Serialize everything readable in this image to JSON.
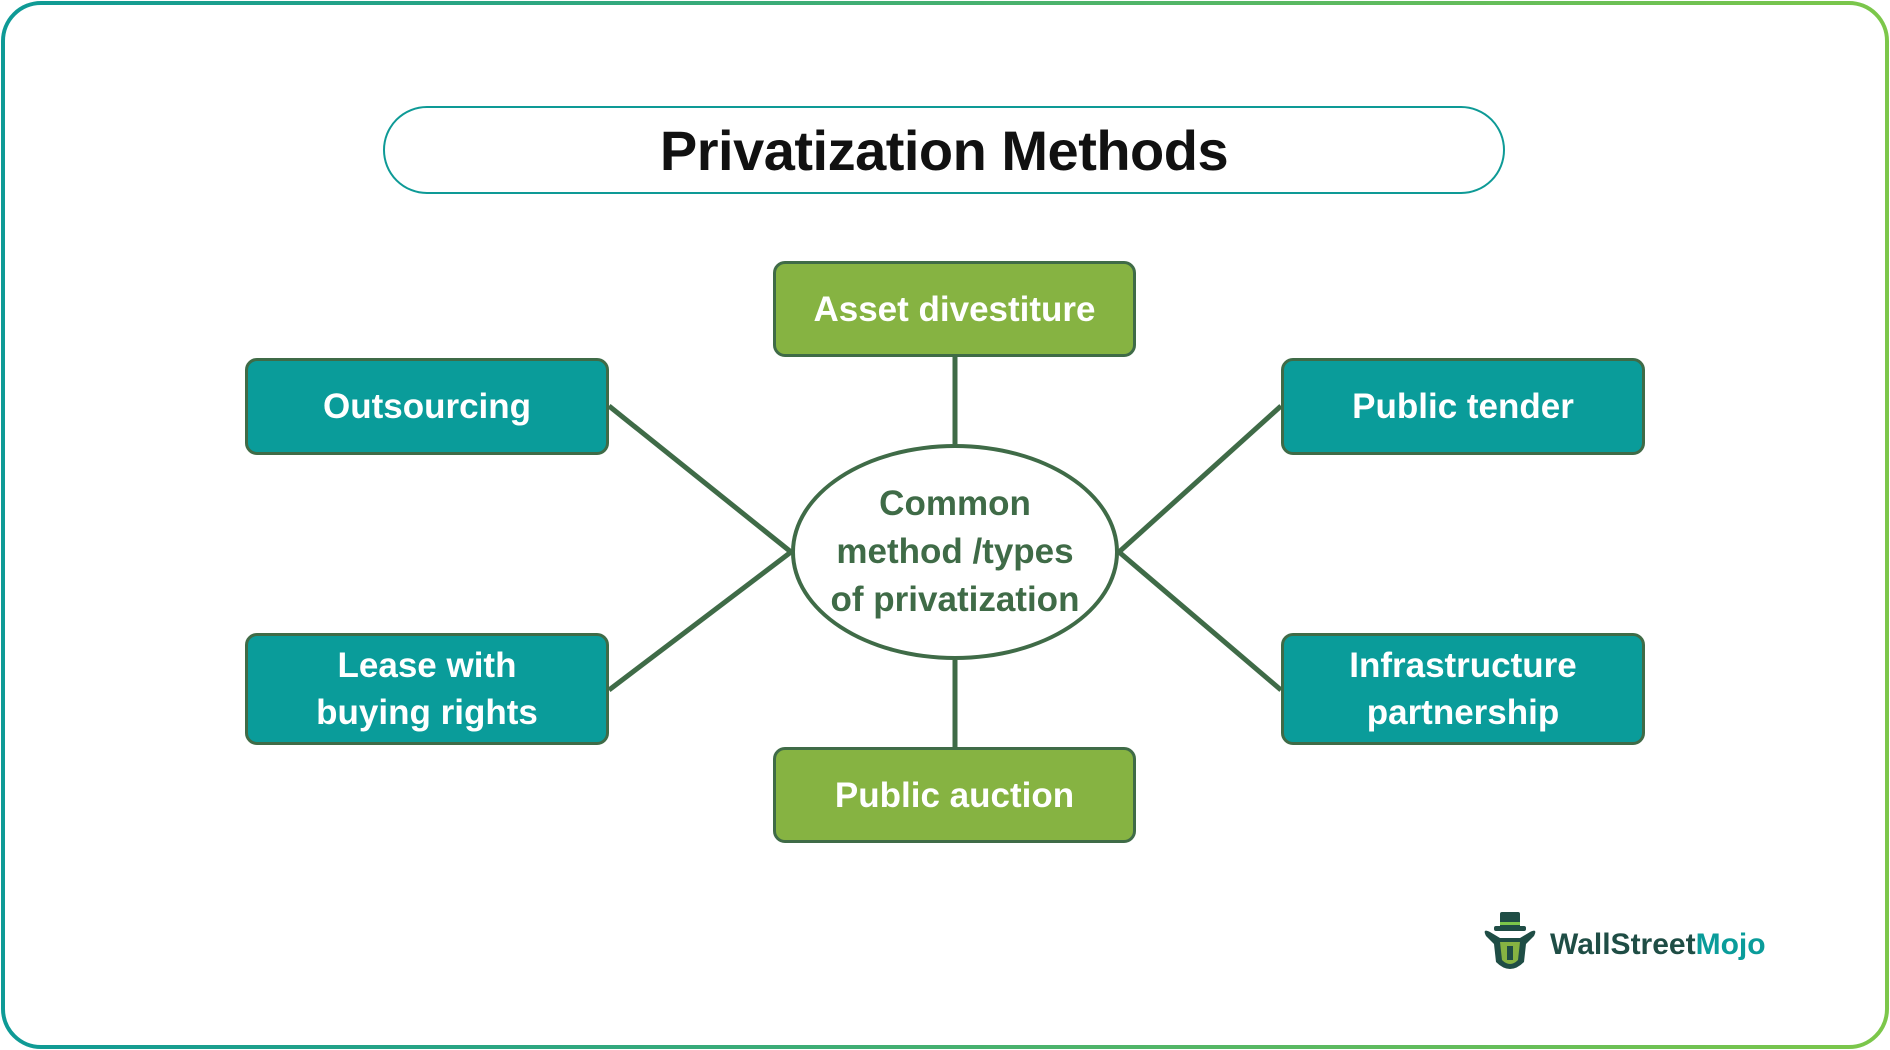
{
  "title": "Privatization Methods",
  "center": {
    "line1": "Common",
    "line2": "method /types",
    "line3": "of privatization"
  },
  "nodes": {
    "top": "Asset divestiture",
    "left_top": "Outsourcing",
    "right_top": "Public tender",
    "left_bottom": {
      "line1": "Lease with",
      "line2": "buying rights"
    },
    "right_bottom": {
      "line1": "Infrastructure",
      "line2": "partnership"
    },
    "bottom": "Public auction"
  },
  "logo": {
    "part1": "WallStreet",
    "part2": "Mojo"
  },
  "colors": {
    "teal": "#0a9c9a",
    "green": "#86b342",
    "connector": "#3f6b47",
    "frame_start": "#0e9a96",
    "frame_end": "#7cc74a"
  }
}
